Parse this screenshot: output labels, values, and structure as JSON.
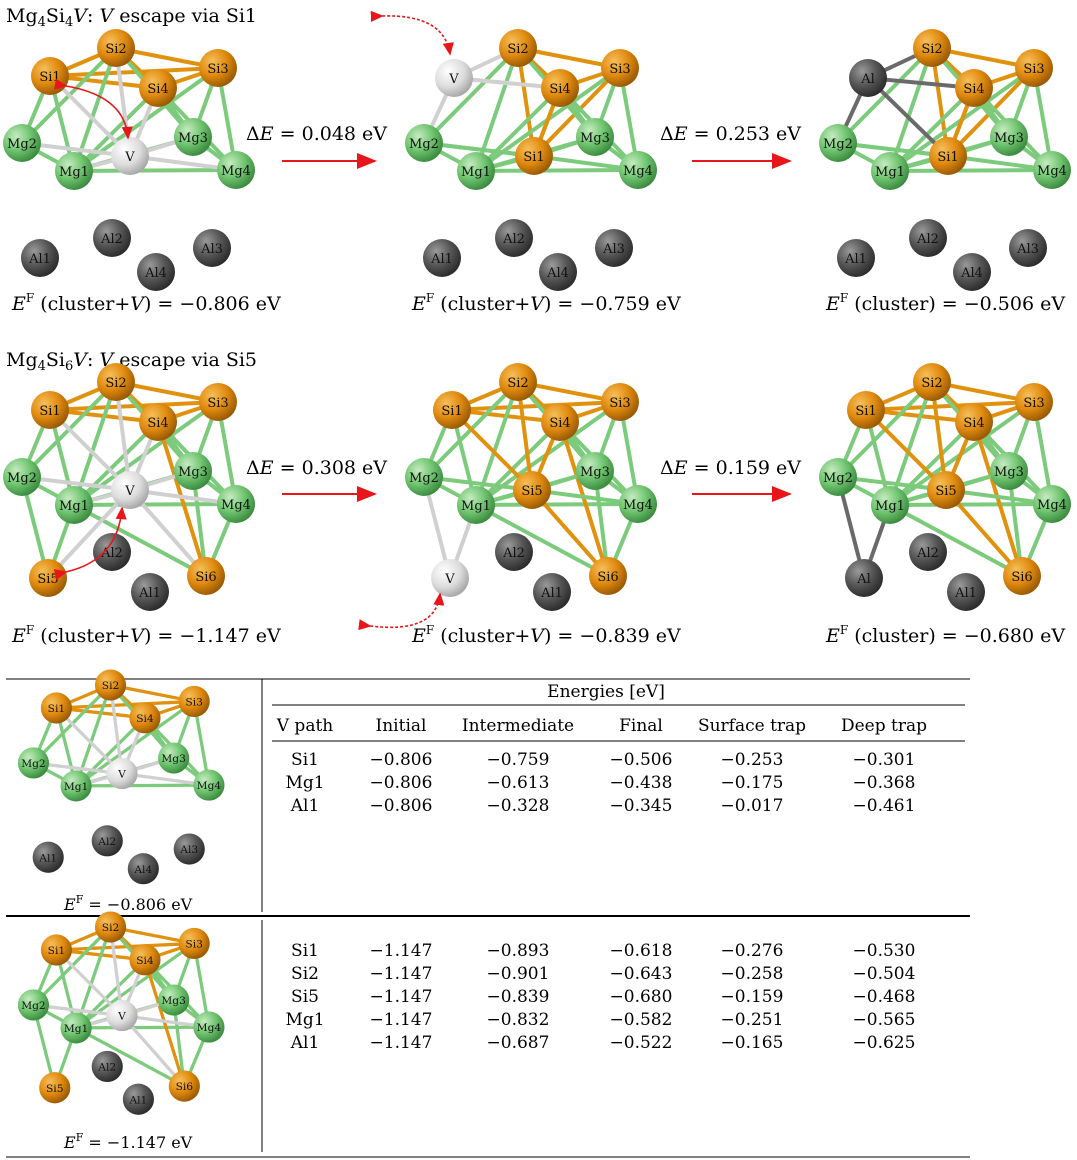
{
  "panel1": {
    "title": {
      "pre1": "Mg",
      "s1": "4",
      "pre2": "Si",
      "s2": "4",
      "v": "V",
      "rest1": ": ",
      "v2": "V",
      "rest2": " escape via Si1"
    },
    "arrow1_label": {
      "pre": "Δ",
      "e": "E",
      "post": " = 0.048 eV"
    },
    "arrow2_label": {
      "pre": "Δ",
      "e": "E",
      "post": " = 0.253 eV"
    },
    "energy1": {
      "e": "E",
      "sup": "F",
      "mid": " (cluster+",
      "v": "V",
      "post": ") = −0.806 eV"
    },
    "energy2": {
      "e": "E",
      "sup": "F",
      "mid": " (cluster+",
      "v": "V",
      "post": ") = −0.759 eV"
    },
    "energy3": {
      "e": "E",
      "sup": "F",
      "post": " (cluster) = −0.506 eV"
    }
  },
  "panel2": {
    "title": {
      "pre1": "Mg",
      "s1": "4",
      "pre2": "Si",
      "s2": "6",
      "v": "V",
      "rest1": ": ",
      "v2": "V",
      "rest2": " escape via Si5"
    },
    "arrow1_label": {
      "pre": "Δ",
      "e": "E",
      "post": " = 0.308 eV"
    },
    "arrow2_label": {
      "pre": "Δ",
      "e": "E",
      "post": " = 0.159 eV"
    },
    "energy1": {
      "e": "E",
      "sup": "F",
      "mid": " (cluster+",
      "v": "V",
      "post": ") = −1.147 eV"
    },
    "energy2": {
      "e": "E",
      "sup": "F",
      "mid": " (cluster+",
      "v": "V",
      "post": ") = −0.839 eV"
    },
    "energy3": {
      "e": "E",
      "sup": "F",
      "post": " (cluster) = −0.680 eV"
    }
  },
  "atom_labels": {
    "Si1": "Si1",
    "Si2": "Si2",
    "Si3": "Si3",
    "Si4": "Si4",
    "Si5": "Si5",
    "Si6": "Si6",
    "Mg1": "Mg1",
    "Mg2": "Mg2",
    "Mg3": "Mg3",
    "Mg4": "Mg4",
    "Al1": "Al1",
    "Al2": "Al2",
    "Al3": "Al3",
    "Al4": "Al4",
    "Al": "Al",
    "V": "V"
  },
  "table": {
    "group_header": "Energies [eV]",
    "columns": [
      "V path",
      "Initial",
      "Intermediate",
      "Final",
      "Surface trap",
      "Deep trap"
    ],
    "block1": {
      "energy_label": {
        "e": "E",
        "sup": "F",
        "post": " = −0.806 eV"
      },
      "rows": [
        [
          "Si1",
          "−0.806",
          "−0.759",
          "−0.506",
          "−0.253",
          "−0.301"
        ],
        [
          "Mg1",
          "−0.806",
          "−0.613",
          "−0.438",
          "−0.175",
          "−0.368"
        ],
        [
          "Al1",
          "−0.806",
          "−0.328",
          "−0.345",
          "−0.017",
          "−0.461"
        ]
      ]
    },
    "block2": {
      "energy_label": {
        "e": "E",
        "sup": "F",
        "post": " = −1.147 eV"
      },
      "rows": [
        [
          "Si1",
          "−1.147",
          "−0.893",
          "−0.618",
          "−0.276",
          "−0.530"
        ],
        [
          "Si2",
          "−1.147",
          "−0.901",
          "−0.643",
          "−0.258",
          "−0.504"
        ],
        [
          "Si5",
          "−1.147",
          "−0.839",
          "−0.680",
          "−0.159",
          "−0.468"
        ],
        [
          "Mg1",
          "−1.147",
          "−0.832",
          "−0.582",
          "−0.251",
          "−0.565"
        ],
        [
          "Al1",
          "−1.147",
          "−0.687",
          "−0.522",
          "−0.165",
          "−0.625"
        ]
      ]
    }
  },
  "colors": {
    "si": "#e08a0e",
    "mg": "#6fc46f",
    "al": "#555555",
    "v": "#dcdcdc",
    "arrow": "#e8161a",
    "si_bond": "#e0920f",
    "mg_bond": "#7ccb7c"
  }
}
